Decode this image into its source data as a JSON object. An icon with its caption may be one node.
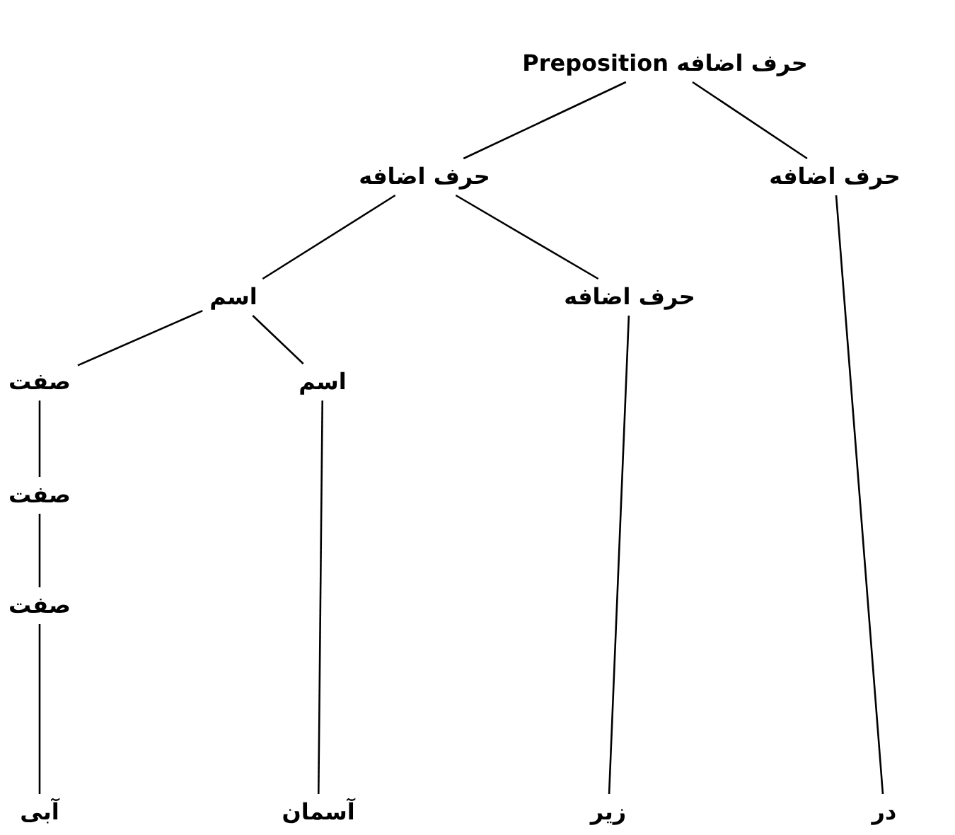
{
  "diagram": {
    "nodes": [
      {
        "text": [
          "حرف اضافه Preposition"
        ]
      },
      {
        "text": [
          "حرف اضافه"
        ]
      },
      {
        "text": [
          "حرف اضافه"
        ]
      },
      {
        "text": [
          "اسم"
        ]
      },
      {
        "text": [
          "حرف اضافه"
        ]
      },
      {
        "text": [
          "صفت"
        ]
      },
      {
        "text": [
          "اسم"
        ]
      },
      {
        "text": [
          "صفت"
        ]
      },
      {
        "text": [
          "صفت"
        ]
      },
      {
        "text": [
          "آبی"
        ]
      },
      {
        "text": [
          "آسمان"
        ]
      },
      {
        "text": [
          "زیر"
        ]
      },
      {
        "text": [
          "در"
        ]
      }
    ],
    "edges": [
      {
        "from": 0,
        "to": 1,
        "arrow": "none"
      },
      {
        "from": 0,
        "to": 2,
        "arrow": "none"
      },
      {
        "from": 1,
        "to": 3,
        "arrow": "none"
      },
      {
        "from": 1,
        "to": 4,
        "arrow": "none"
      },
      {
        "from": 3,
        "to": 5,
        "arrow": "none"
      },
      {
        "from": 3,
        "to": 6,
        "arrow": "none"
      },
      {
        "from": 5,
        "to": 7,
        "arrow": "none"
      },
      {
        "from": 7,
        "to": 8,
        "arrow": "none"
      },
      {
        "from": 8,
        "to": 9,
        "arrow": "none"
      },
      {
        "from": 6,
        "to": 10,
        "arrow": "none"
      },
      {
        "from": 4,
        "to": 11,
        "arrow": "none"
      },
      {
        "from": 2,
        "to": 12,
        "arrow": "none"
      }
    ]
  }
}
